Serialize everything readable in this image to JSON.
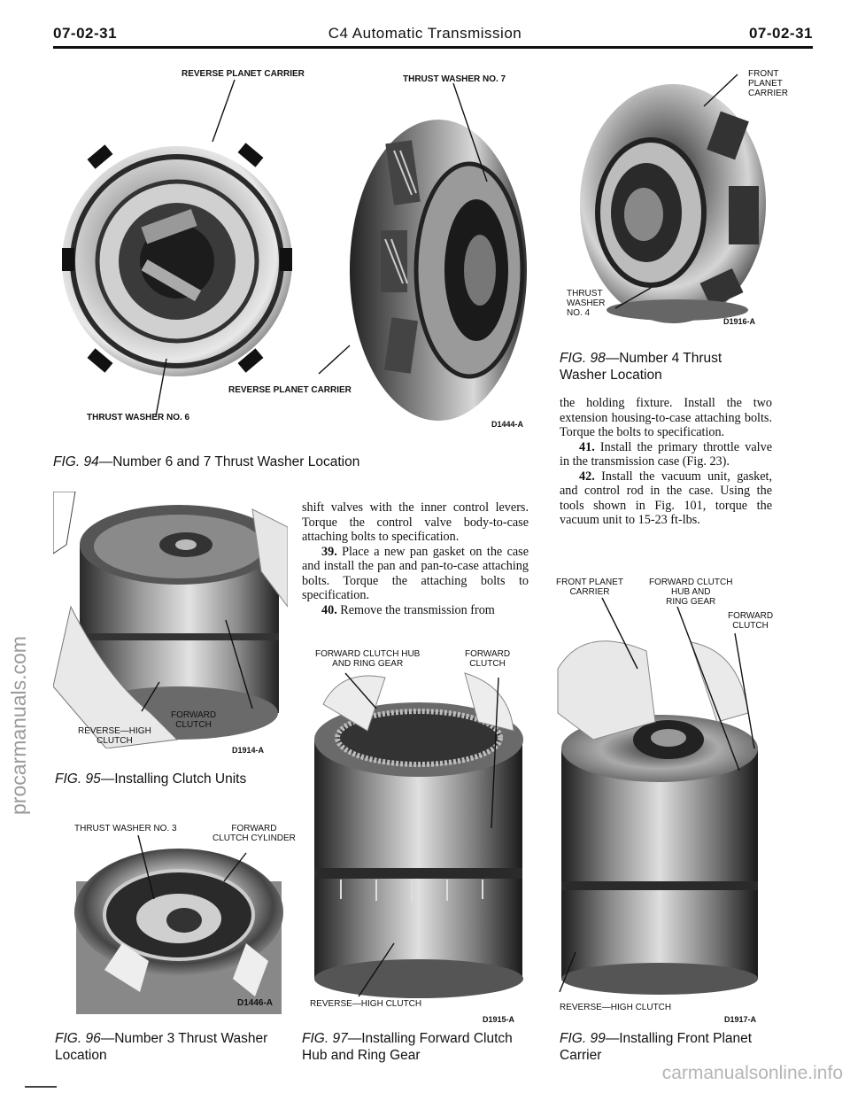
{
  "header": {
    "left_page": "07-02-31",
    "title": "C4 Automatic Transmission",
    "right_page": "07-02-31"
  },
  "fig94": {
    "label_top_left": "REVERSE PLANET CARRIER",
    "label_top_right": "THRUST WASHER NO. 7",
    "label_mid": "REVERSE PLANET CARRIER",
    "label_bottom": "THRUST WASHER NO. 6",
    "code": "D1444-A",
    "caption_fig": "FIG. 94",
    "caption_text": "—Number 6 and 7 Thrust Washer Location"
  },
  "fig98": {
    "label_top": "FRONT\nPLANET\nCARRIER",
    "label_bottom": "THRUST\nWASHER\nNO. 4",
    "code": "D1916-A",
    "caption_fig": "FIG. 98",
    "caption_text": "—Number 4 Thrust Washer Location"
  },
  "text_right": {
    "p1": "the holding fixture. Install the two extension housing-to-case attaching bolts. Torque the bolts to specification.",
    "p2_num": "41.",
    "p2": " Install the primary throttle valve in the transmission case (Fig. 23).",
    "p3_num": "42.",
    "p3": " Install the vacuum unit, gasket, and control rod in the case. Using the tools shown in Fig. 101, torque the vacuum unit to 15-23 ft-lbs."
  },
  "text_middle": {
    "p1": "shift valves with the inner control levers. Torque the control valve body-to-case attaching bolts to specification.",
    "p2_num": "39.",
    "p2": " Place a new pan gasket on the case and install the pan and pan-to-case attaching bolts. Torque the attaching bolts to specification.",
    "p3_num": "40.",
    "p3": " Remove the transmission from"
  },
  "fig95": {
    "label_left": "REVERSE—HIGH\nCLUTCH",
    "label_right": "FORWARD\nCLUTCH",
    "code": "D1914-A",
    "caption_fig": "FIG. 95",
    "caption_text": "—Installing Clutch Units"
  },
  "fig96": {
    "label_left": "THRUST WASHER NO. 3",
    "label_right": "FORWARD\nCLUTCH CYLINDER",
    "code": "D1446-A",
    "caption_fig": "FIG. 96",
    "caption_text": "—Number 3 Thrust Washer Location"
  },
  "fig97": {
    "label_left": "FORWARD CLUTCH HUB\nAND RING GEAR",
    "label_right": "FORWARD\nCLUTCH",
    "label_bottom": "REVERSE—HIGH CLUTCH",
    "code": "D1915-A",
    "caption_fig": "FIG. 97",
    "caption_text": "—Installing Forward Clutch Hub and Ring Gear"
  },
  "fig99": {
    "label_left": "FRONT PLANET\nCARRIER",
    "label_mid": "FORWARD CLUTCH\nHUB AND\nRING GEAR",
    "label_right": "FORWARD\nCLUTCH",
    "label_bottom": "REVERSE—HIGH CLUTCH",
    "code": "D1917-A",
    "caption_fig": "FIG. 99",
    "caption_text": "—Installing Front Planet Carrier"
  },
  "watermark_left": "procarmanuals.com",
  "watermark_bottom": "carmanualsonline.info"
}
